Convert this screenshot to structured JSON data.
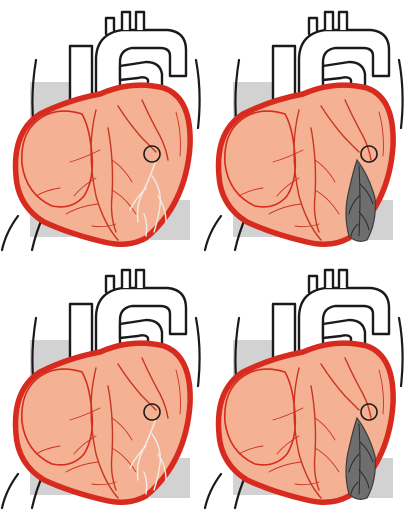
{
  "colors": {
    "muscle": "#f5b193",
    "outline": "#d72b1f",
    "artery": "#c93520",
    "ischemic_vessel": "#f3ece6",
    "infarct": "#6e6e6e",
    "background_shading": "#d2d2d2"
  },
  "panels": [
    {
      "id": "top-left",
      "state": "ischemia",
      "occlusion_marker": "circle-icon"
    },
    {
      "id": "top-right",
      "state": "infarction",
      "occlusion_marker": "circle-icon"
    },
    {
      "id": "bottom-left",
      "state": "ischemia",
      "occlusion_marker": "circle-icon"
    },
    {
      "id": "bottom-right",
      "state": "infarction",
      "occlusion_marker": "circle-icon"
    }
  ]
}
